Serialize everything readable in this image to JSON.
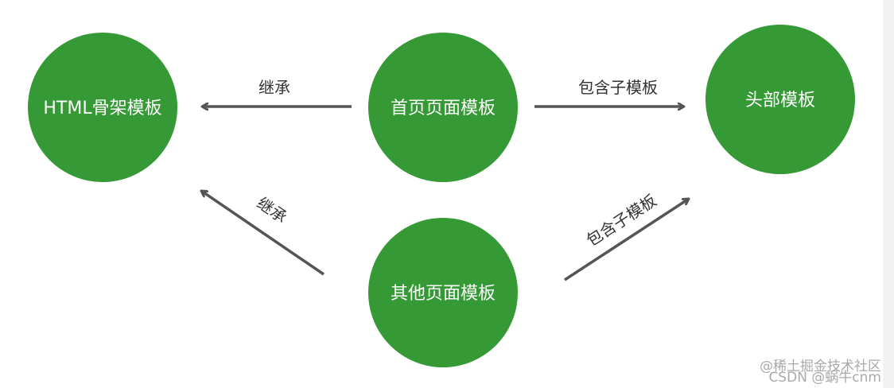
{
  "colors": {
    "node_fill": "#359a35",
    "arrow": "#555555"
  },
  "nodes": {
    "html_skeleton": {
      "label": "HTML骨架模板"
    },
    "home_page": {
      "label": "首页页面模板"
    },
    "header": {
      "label": "头部模板"
    },
    "other_pages": {
      "label": "其他页面模板"
    }
  },
  "edges": {
    "home_to_html": {
      "label": "继承"
    },
    "home_to_header": {
      "label": "包含子模板"
    },
    "other_to_html": {
      "label": "继承"
    },
    "other_to_header": {
      "label": "包含子模板"
    }
  },
  "watermark": {
    "line1": "@稀土掘金技术社区",
    "line2": "CSDN @蜗牛cnm"
  }
}
